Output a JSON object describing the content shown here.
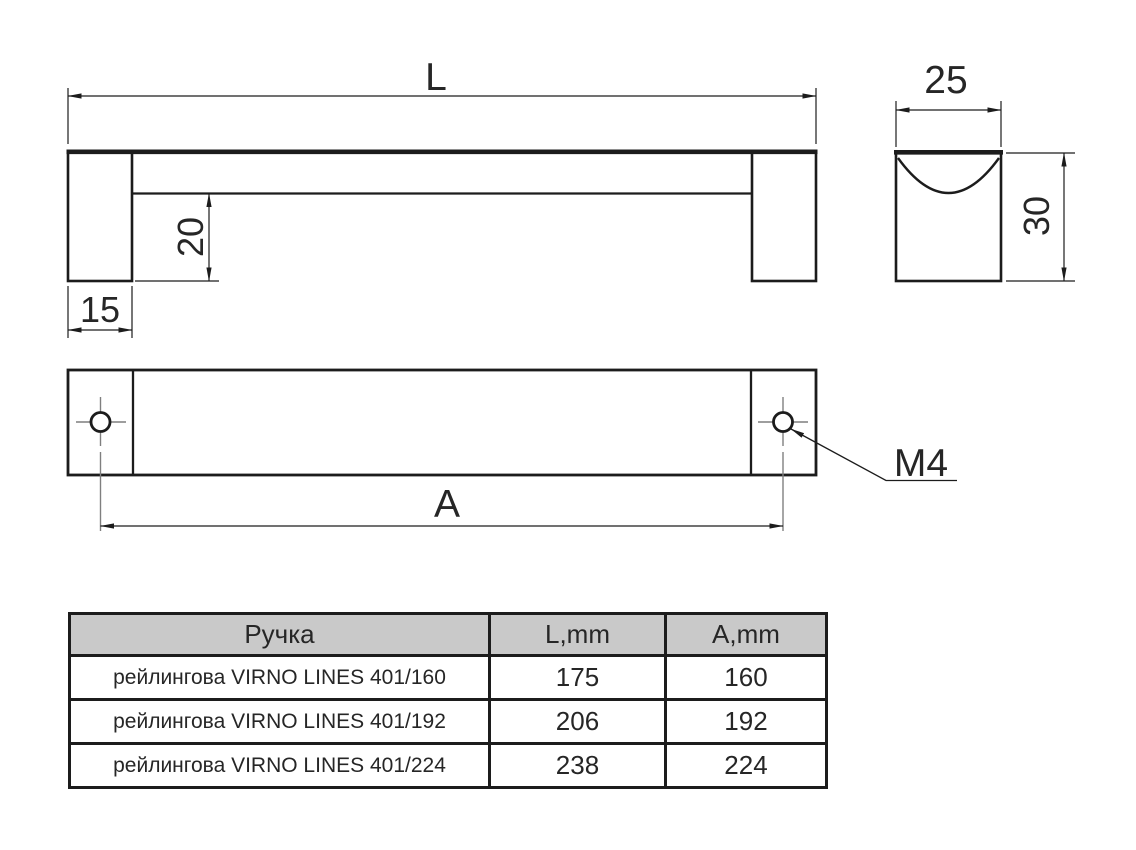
{
  "drawing": {
    "front_view": {
      "dim_length_label": "L",
      "dim_bar_height_label": "20",
      "dim_leg_width_label": "15"
    },
    "side_view": {
      "dim_width_label": "25",
      "dim_height_label": "30"
    },
    "top_view": {
      "dim_hole_spacing_label": "A",
      "thread_label": "M4"
    }
  },
  "table": {
    "headers": {
      "name": "Ручка",
      "length": "L,mm",
      "spacing": "A,mm"
    },
    "rows": [
      {
        "name": "рейлингова VIRNO LINES 401/160",
        "l": "175",
        "a": "160"
      },
      {
        "name": "рейлингова VIRNO LINES 401/192",
        "l": "206",
        "a": "192"
      },
      {
        "name": "рейлингова VIRNO LINES 401/224",
        "l": "238",
        "a": "224"
      }
    ]
  },
  "colors": {
    "line": "#1c1c1c",
    "centerline": "#7f7f7f",
    "table_header_bg": "#c9c9c9",
    "background": "#ffffff"
  }
}
